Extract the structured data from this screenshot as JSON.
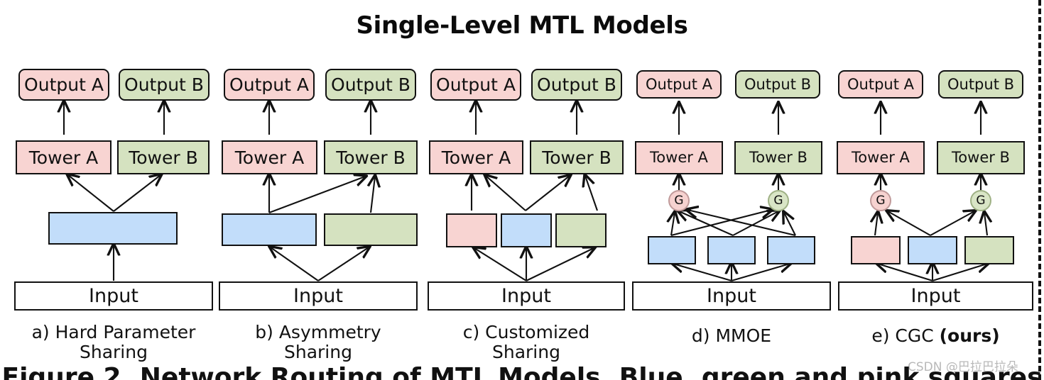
{
  "figure": {
    "title": "Single-Level MTL Models",
    "bottom_caption_partial": "Figure 2. Network Routing of MTL Models. Blue, green and pink squares",
    "watermark": "CSDN @巴拉巴拉朵",
    "colors": {
      "task_a": "#f8d4d2",
      "task_b": "#d5e2c0",
      "shared": "#c2ddfa",
      "outline": "#111111",
      "background": "#ffffff"
    },
    "labels": {
      "output_a": "Output A",
      "output_b": "Output B",
      "tower_a": "Tower A",
      "tower_b": "Tower B",
      "input": "Input",
      "gate": "G"
    },
    "panels": [
      {
        "id": "a",
        "caption_line1": "a) Hard Parameter",
        "caption_line2": "Sharing",
        "caption_bold": "",
        "outputs": [
          "Output A",
          "Output B"
        ],
        "towers": [
          "Tower A",
          "Tower B"
        ],
        "experts": [
          {
            "color": "shared"
          }
        ],
        "gates": [],
        "input": "Input"
      },
      {
        "id": "b",
        "caption_line1": "b) Asymmetry",
        "caption_line2": "Sharing",
        "caption_bold": "",
        "outputs": [
          "Output A",
          "Output B"
        ],
        "towers": [
          "Tower A",
          "Tower B"
        ],
        "experts": [
          {
            "color": "shared"
          },
          {
            "color": "task_b"
          }
        ],
        "gates": [],
        "input": "Input"
      },
      {
        "id": "c",
        "caption_line1": "c) Customized",
        "caption_line2": "Sharing",
        "caption_bold": "",
        "outputs": [
          "Output A",
          "Output B"
        ],
        "towers": [
          "Tower A",
          "Tower B"
        ],
        "experts": [
          {
            "color": "task_a"
          },
          {
            "color": "shared"
          },
          {
            "color": "task_b"
          }
        ],
        "gates": [],
        "input": "Input"
      },
      {
        "id": "d",
        "caption_line1": "d) MMOE",
        "caption_line2": "",
        "caption_bold": "",
        "outputs": [
          "Output A",
          "Output B"
        ],
        "towers": [
          "Tower A",
          "Tower B"
        ],
        "experts": [
          {
            "color": "shared"
          },
          {
            "color": "shared"
          },
          {
            "color": "shared"
          }
        ],
        "gates": [
          "G",
          "G"
        ],
        "input": "Input"
      },
      {
        "id": "e",
        "caption_line1": "e) CGC ",
        "caption_line2": "",
        "caption_bold": "(ours)",
        "outputs": [
          "Output A",
          "Output B"
        ],
        "towers": [
          "Tower A",
          "Tower B"
        ],
        "experts": [
          {
            "color": "task_a"
          },
          {
            "color": "shared"
          },
          {
            "color": "task_b"
          }
        ],
        "gates": [
          "G",
          "G"
        ],
        "input": "Input"
      }
    ]
  }
}
